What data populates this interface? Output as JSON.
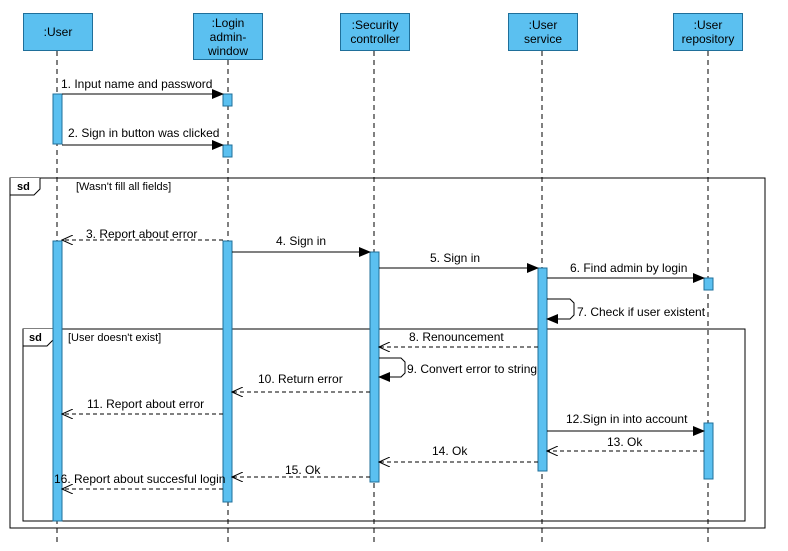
{
  "lifelines": [
    {
      "id": "user",
      "label": ":User"
    },
    {
      "id": "login",
      "label": ":Login\nadmin-\nwindow"
    },
    {
      "id": "security",
      "label": ":Security\ncontroller"
    },
    {
      "id": "service",
      "label": ":User\nservice"
    },
    {
      "id": "repo",
      "label": ":User\nrepository"
    }
  ],
  "frames": [
    {
      "tag": "sd",
      "guard": "[Wasn't fill all fields]"
    },
    {
      "tag": "sd",
      "guard": "[User doesn't exist]"
    }
  ],
  "messages": [
    {
      "label": "1. Input name and password"
    },
    {
      "label": "2. Sign in button was clicked"
    },
    {
      "label": "3. Report about error"
    },
    {
      "label": "4. Sign in"
    },
    {
      "label": "5. Sign in"
    },
    {
      "label": "6. Find admin by login"
    },
    {
      "label": "7. Check if user existent"
    },
    {
      "label": "8. Renouncement"
    },
    {
      "label": "9. Convert error to string"
    },
    {
      "label": "10. Return error"
    },
    {
      "label": "11. Report about error"
    },
    {
      "label": "12.Sign in into account"
    },
    {
      "label": "13. Ok"
    },
    {
      "label": "14. Ok"
    },
    {
      "label": "15. Ok"
    },
    {
      "label": "16. Report about succesful login"
    }
  ]
}
